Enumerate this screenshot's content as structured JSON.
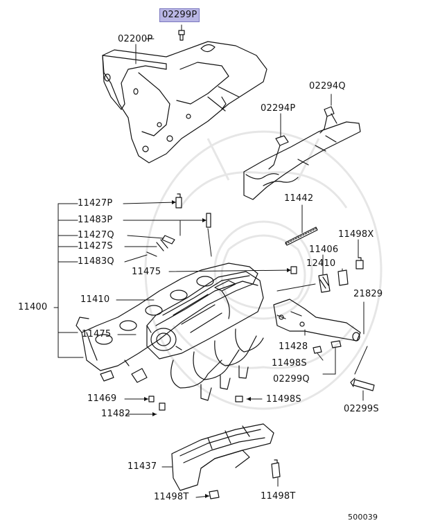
{
  "diagram": {
    "highlight_color": "#b9b6e4",
    "line_color": "#111111",
    "watermark_color": "#e9e9e9",
    "highlighted_part": "02299P",
    "parts": {
      "p02299P": "02299P",
      "p02200P": "02200P",
      "p02294Q": "02294Q",
      "p02294P": "02294P",
      "p11427P": "11427P",
      "p11483P": "11483P",
      "p11427Q": "11427Q",
      "p11427S": "11427S",
      "p11483Q": "11483Q",
      "p11475a": "11475",
      "p11410": "11410",
      "p11400": "11400",
      "p11475b": "11475",
      "p11442": "11442",
      "p11498X": "11498X",
      "p11406": "11406",
      "p12410": "12410",
      "p21829": "21829",
      "p11428": "11428",
      "p11498S_a": "11498S",
      "p02299Q": "02299Q",
      "p11498S_b": "11498S",
      "p02299S": "02299S",
      "p11469": "11469",
      "p11482": "11482",
      "p11437": "11437",
      "p11498T_a": "11498T",
      "p11498T_b": "11498T"
    },
    "figure_code": "500039"
  }
}
